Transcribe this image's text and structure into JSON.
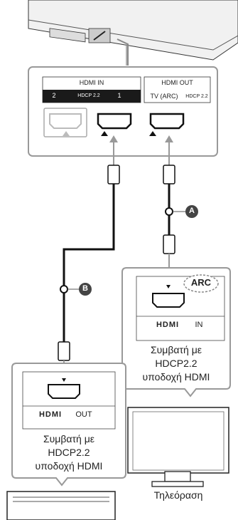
{
  "panel": {
    "hdmi_in_title": "HDMI IN",
    "port_2": "2",
    "hdcp_in": "HDCP 2.2",
    "port_1": "1",
    "hdmi_out_title": "HDMI OUT",
    "tv_arc": "TV (ARC)",
    "hdcp_out": "HDCP 2.2"
  },
  "cables": {
    "a": "A",
    "b": "B"
  },
  "tv_box": {
    "arc": "ARC",
    "hdmi_logo": "HDMI",
    "port_label": "IN",
    "caption": [
      "Συμβατή με",
      "HDCP2.2",
      "υποδοχή HDMI"
    ]
  },
  "player_box": {
    "hdmi_logo": "HDMI",
    "port_label": "OUT",
    "caption": [
      "Συμβατή με",
      "HDCP2.2",
      "υποδοχή HDMI"
    ]
  },
  "tv_caption": "Τηλεόραση"
}
